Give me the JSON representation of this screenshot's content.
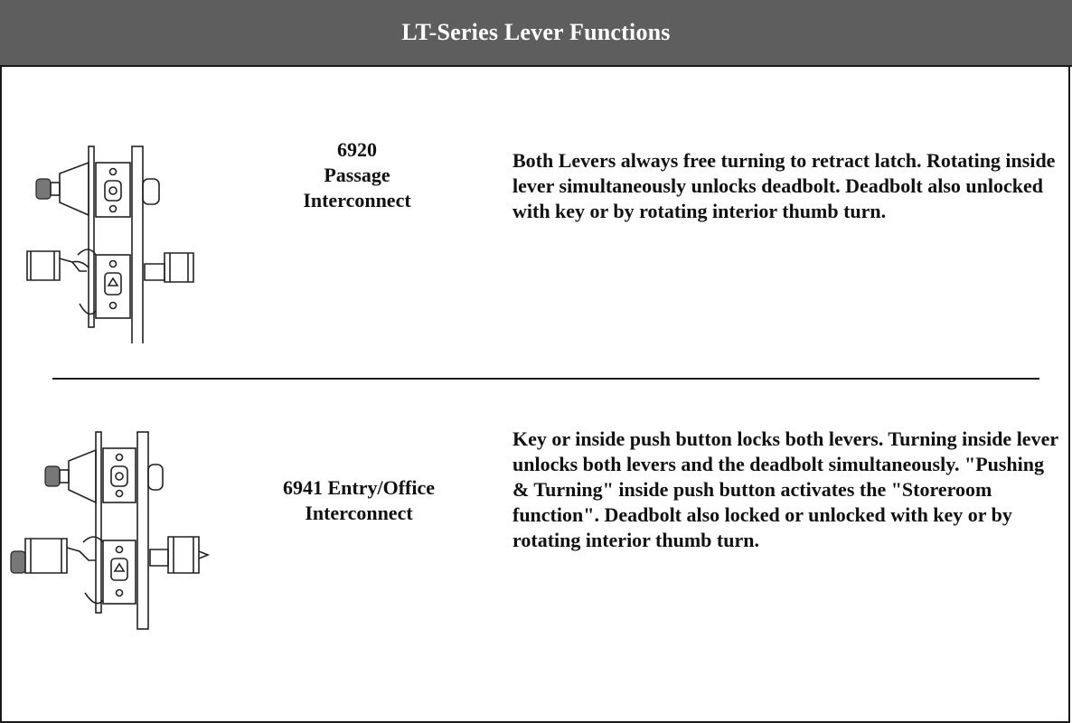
{
  "header": {
    "title": "LT-Series Lever Functions"
  },
  "functions": [
    {
      "model_line1": "6920",
      "model_line2": "Passage",
      "model_line3": "Interconnect",
      "description": "Both Levers always free turning to retract latch. Rotating inside lever simultaneously unlocks deadbolt.  Deadbolt also unlocked with key or by rotating interior thumb turn."
    },
    {
      "model_line1": "6941  Entry/Office",
      "model_line2": "Interconnect",
      "description": "Key or inside push button locks both levers. Turning inside lever unlocks both levers and the deadbolt simultaneously.  \"Pushing & Turning\" inside push button activates the \"Storeroom function\".  Deadbolt also locked or unlocked with key or by rotating interior thumb turn."
    }
  ]
}
